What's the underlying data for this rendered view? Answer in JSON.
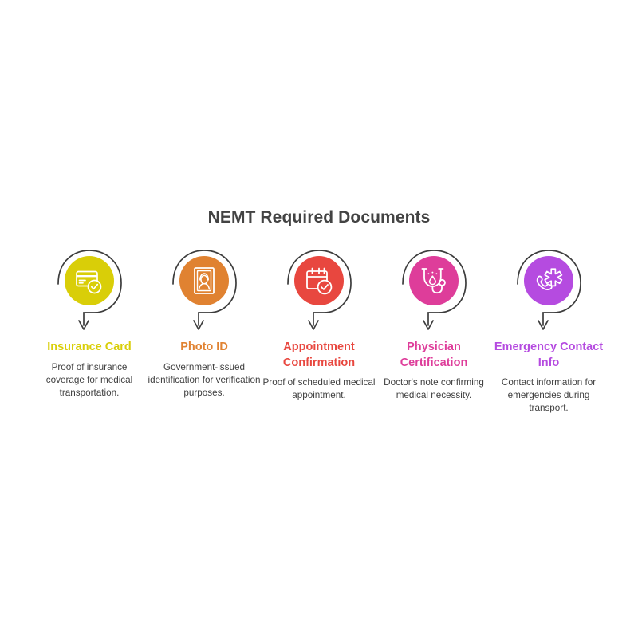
{
  "header": {
    "title": "NEMT Required Documents",
    "title_color": "#434343"
  },
  "items": [
    {
      "label": "Insurance Card",
      "description": "Proof of insurance coverage for medical transportation.",
      "color": "#D9CE08",
      "icon": "insurance-card-check-icon",
      "arc_color": "#3d3d3d"
    },
    {
      "label": "Photo ID",
      "description": "Government-issued identification for verification purposes.",
      "color": "#E08231",
      "icon": "id-portrait-frame-icon",
      "arc_color": "#3d3d3d"
    },
    {
      "label": "Appointment Confirmation",
      "description": "Proof of scheduled medical appointment.",
      "color": "#E8473F",
      "icon": "calendar-check-icon",
      "arc_color": "#3d3d3d"
    },
    {
      "label": "Physician Certification",
      "description": "Doctor's note confirming medical necessity.",
      "color": "#DE3D9A",
      "icon": "stethoscope-icon",
      "arc_color": "#3d3d3d"
    },
    {
      "label": "Emergency Contact Info",
      "description": "Contact information for emergencies during transport.",
      "color": "#B54BE0",
      "icon": "phone-star-of-life-icon",
      "arc_color": "#3d3d3d"
    }
  ]
}
